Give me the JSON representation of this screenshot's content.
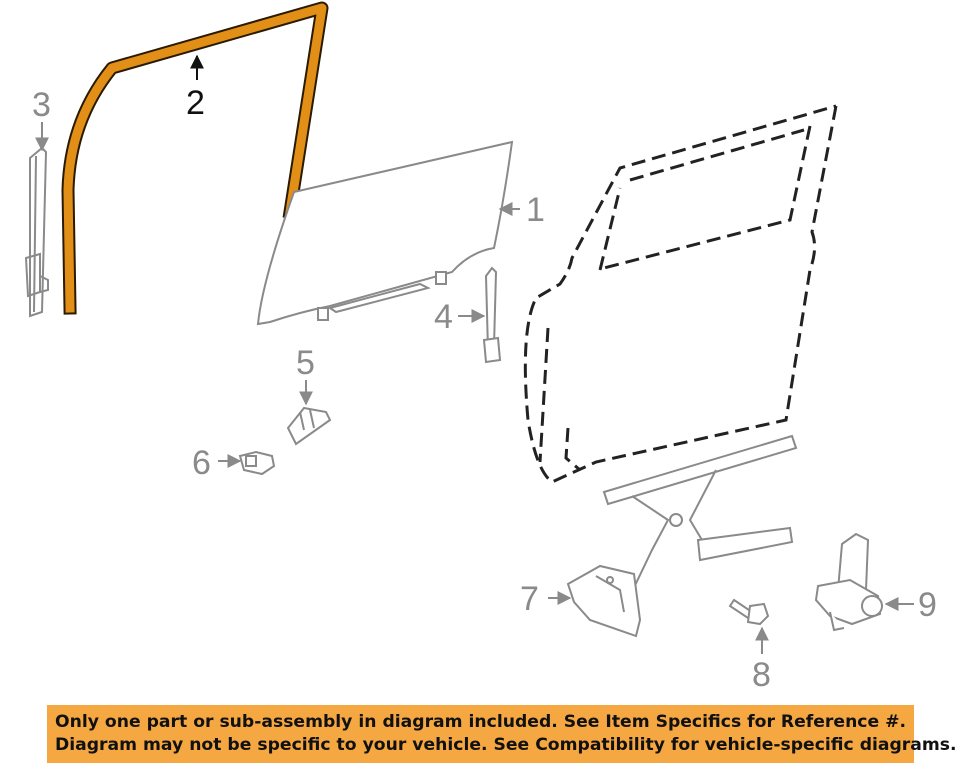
{
  "colors": {
    "highlight": "#e18f17",
    "highlight_outline": "#2a1a00",
    "part_stroke": "#8a8a8a",
    "banner_bg": "#f5a742"
  },
  "callouts": {
    "c1": "1",
    "c2": "2",
    "c3": "3",
    "c4": "4",
    "c5": "5",
    "c6": "6",
    "c7": "7",
    "c8": "8",
    "c9": "9"
  },
  "disclaimer": {
    "line1": "Only one part or sub-assembly in diagram included. See Item Specifics for Reference #.",
    "line2": "Diagram may not be specific to your vehicle. See Compatibility for vehicle-specific diagrams."
  }
}
